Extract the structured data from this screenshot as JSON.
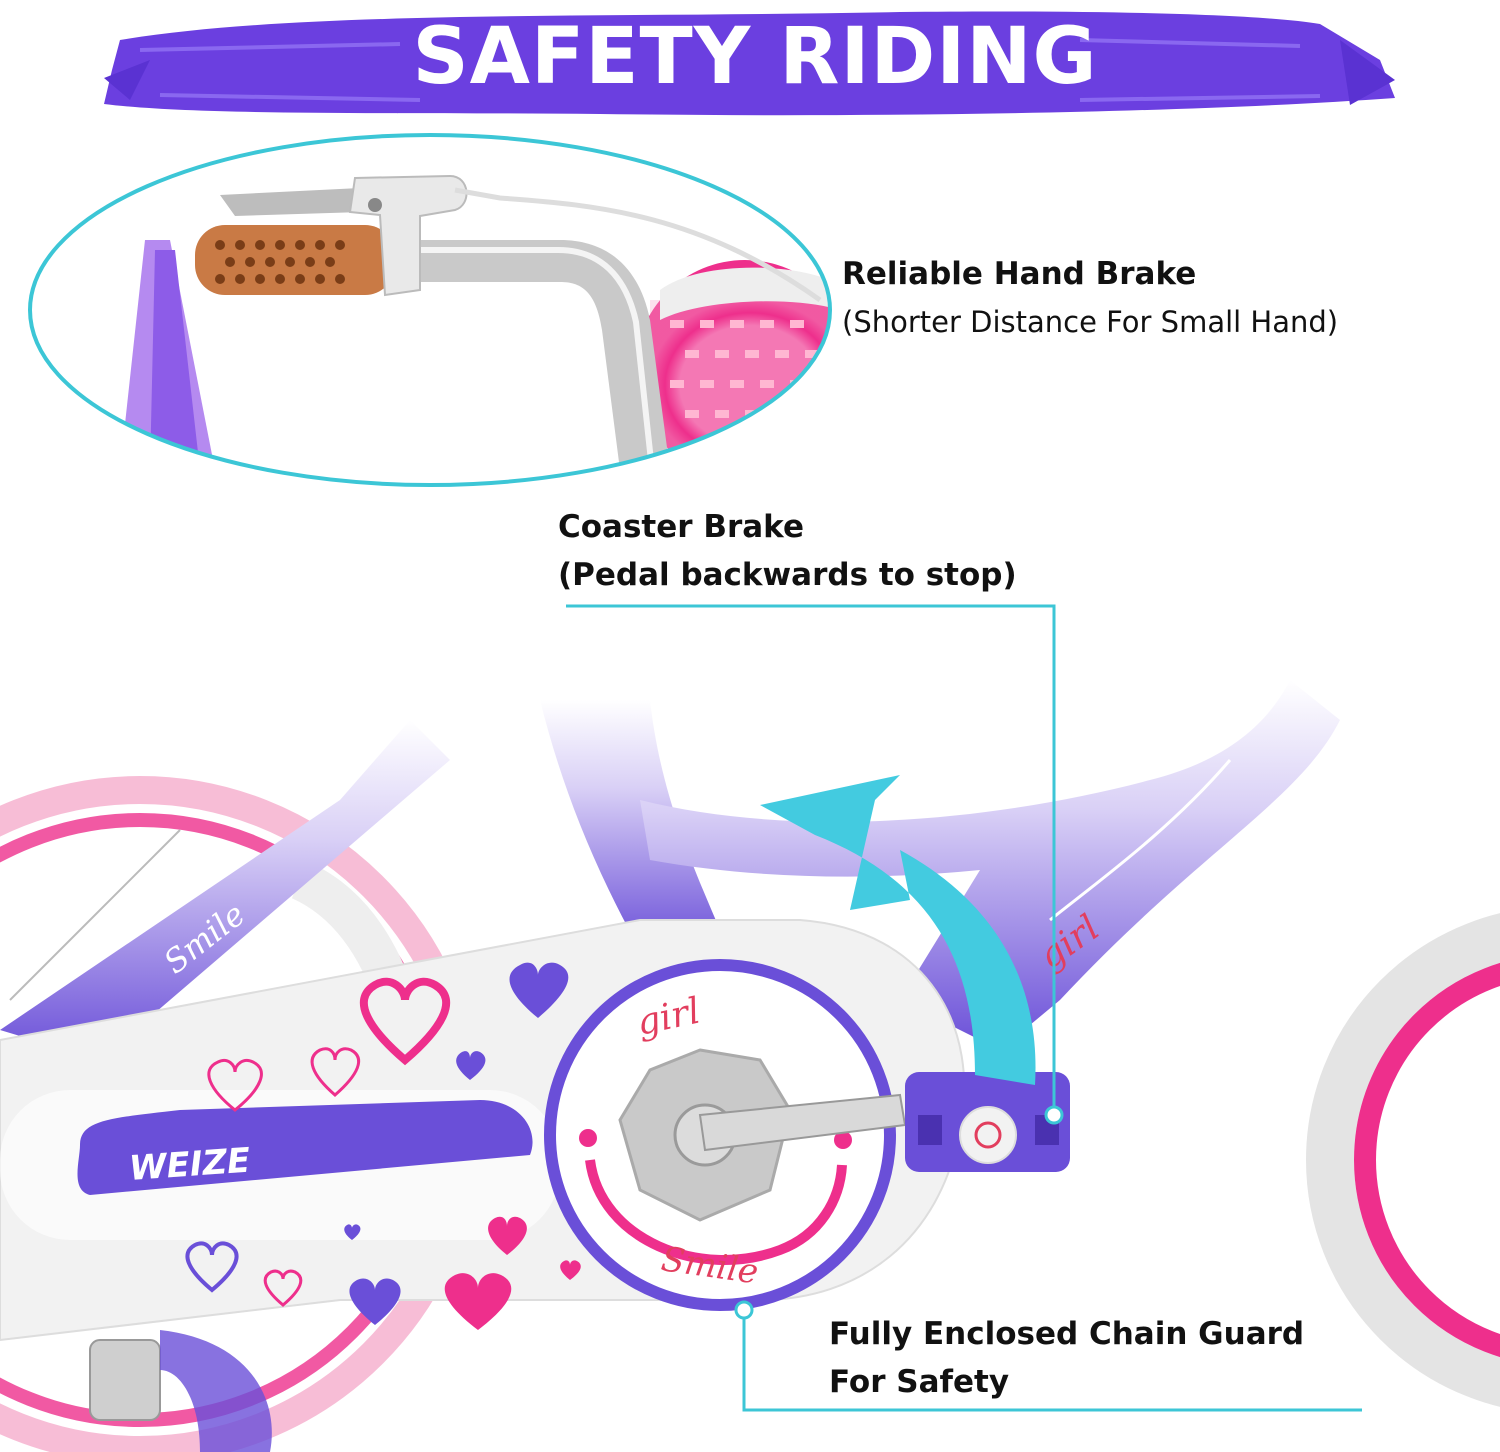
{
  "banner": {
    "title": "SAFETY RIDING",
    "color": "#6b3fe0"
  },
  "callouts": {
    "hand_brake": {
      "title": "Reliable Hand Brake",
      "subtitle": "(Shorter Distance For Small Hand)"
    },
    "coaster_brake": {
      "title": "Coaster Brake",
      "subtitle": "(Pedal backwards to stop)"
    },
    "chain_guard": {
      "line1": "Fully Enclosed Chain Guard",
      "line2": "For Safety"
    }
  },
  "bike_branding": {
    "brand": "WEIZE",
    "decal_girl": "girl",
    "decal_smile": "Smile"
  },
  "colors": {
    "accent_teal": "#3cc6d6",
    "frame_purple": "#6a4fd8",
    "pink": "#ee2f8c",
    "arrow_cyan": "#43cbe0"
  },
  "icons": {
    "arrow": "curved-arrow-icon",
    "brake_lever": "hand-brake-lever-icon",
    "pedal": "pedal-icon"
  }
}
